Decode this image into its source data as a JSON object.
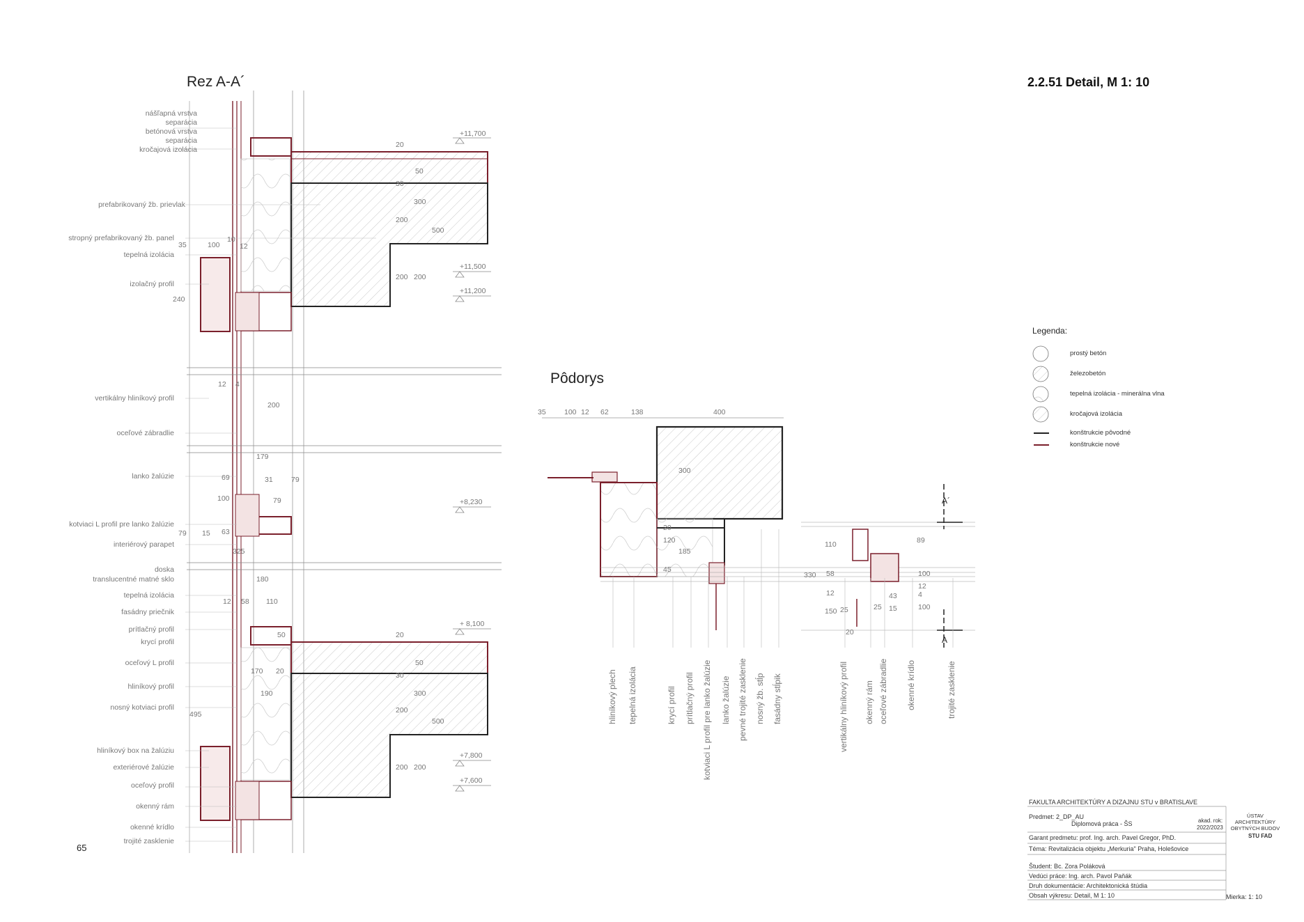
{
  "sheet": {
    "title": "2.2.51 Detail, M 1: 10",
    "page_number": "65"
  },
  "section": {
    "title": "Rez A-A´",
    "labels": [
      "nášľapná vrstva",
      "separácia",
      "betónová vrstva",
      "separácia",
      "kročajová izolácia",
      "prefabrikovaný žb. prievlak",
      "stropný prefabrikovaný žb. panel",
      "tepelná izolácia",
      "izolačný profil",
      "vertikálny hliníkový profil",
      "oceľové zábradlie",
      "lanko žalúzie",
      "kotviaci L profil pre lanko žalúzie",
      "interiérový parapet",
      "doska",
      "translucentné matné sklo",
      "tepelná izolácia",
      "fasádny priečnik",
      "prítlačný profil",
      "krycí profil",
      "oceľový L profil",
      "hliníkový profil",
      "nosný kotviaci profil",
      "hliníkový box na žalúziu",
      "exteriérové žalúzie",
      "oceľový profil",
      "okenný rám",
      "okenné krídlo",
      "trojité zasklenie"
    ],
    "levels": [
      "+11,700",
      "+11,500",
      "+11,200",
      "+8,230",
      "+ 8,100",
      "+7,800",
      "+7,600"
    ],
    "dimensions": [
      "35",
      "100",
      "10",
      "12",
      "240",
      "20",
      "30",
      "50",
      "300",
      "200",
      "500",
      "200",
      "200",
      "12",
      "4",
      "200",
      "179",
      "69",
      "31",
      "79",
      "100",
      "79",
      "79",
      "15",
      "63",
      "325",
      "180",
      "12",
      "58",
      "110",
      "50",
      "20",
      "30",
      "50",
      "170",
      "20",
      "300",
      "190",
      "200",
      "500",
      "495",
      "200",
      "200"
    ]
  },
  "plan": {
    "title": "Pôdorys",
    "top_dims": [
      "35",
      "100",
      "12",
      "62",
      "138",
      "400"
    ],
    "dims": [
      "300",
      "120",
      "20",
      "45",
      "185",
      "330",
      "110",
      "58",
      "12",
      "150",
      "25",
      "25",
      "15",
      "43",
      "89",
      "100",
      "12",
      "4",
      "100",
      "20"
    ],
    "marks": [
      "A´",
      "A"
    ],
    "labels": [
      "hliníkový plech",
      "tepelná izolácia",
      "krycí profil",
      "prítlačný profil",
      "kotviaci L profil pre lanko žalúzie",
      "lanko žalúzie",
      "pevné trojité zasklenie",
      "nosný žb. stĺp",
      "fasádny stĺpik",
      "vertikálny hliníkový profil",
      "okenný rám",
      "oceľové zábradlie",
      "okenné krídlo",
      "trojité zasklenie"
    ]
  },
  "legend": {
    "title": "Legenda:",
    "items": [
      "prostý betón",
      "železobetón",
      "tepelná izolácia - minerálna vlna",
      "kročajová izolácia",
      "konštrukcie pôvodné",
      "konštrukcie nové"
    ]
  },
  "title_block": {
    "faculty": "FAKULTA ARCHITEKTÚRY A DIZAJNU STU v BRATISLAVE",
    "subject": "Predmet: 2_DP_AU",
    "subject_sub": "Diplomová práca - ŠS",
    "year_label": "akad. rok:",
    "year": "2022/2023",
    "guarantor": "Garant predmetu: prof. Ing. arch. Pavel Gregor, PhD.",
    "topic": "Téma: Revitalizácia objektu „Merkuria\" Praha, Holešovice",
    "student": "Študent: Bc. Zora Poláková",
    "supervisor": "Vedúci práce: Ing. arch. Pavol Paňák",
    "doc_type": "Druh dokumentácie: Architektonická štúdia",
    "drawing": "Obsah výkresu: Detail, M 1: 10",
    "scale": "Mierka: 1: 10",
    "institute": "ÚSTAV ARCHITEKTÚRY OBYTNÝCH BUDOV",
    "logo_text": "STU FAD"
  }
}
